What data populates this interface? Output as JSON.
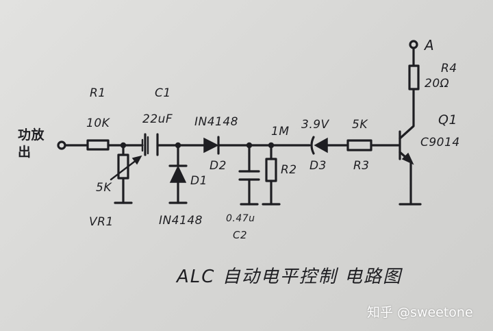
{
  "schematic": {
    "input_label": "功放出",
    "node_a": "A",
    "labels": {
      "r1_name": "R1",
      "r1_value": "10K",
      "c1_name": "C1",
      "c1_value": "22uF",
      "vr1_value": "5K",
      "vr1_name": "VR1",
      "d1_part": "IN4148",
      "d1_name": "D1",
      "d2_part": "IN4148",
      "d2_name": "D2",
      "c2_value": "0.47u",
      "c2_name": "C2",
      "r2_value": "1M",
      "r2_name": "R2",
      "d3_value": "3.9V",
      "d3_name": "D3",
      "r3_value": "5K",
      "r3_name": "R3",
      "r4_name": "R4",
      "r4_value": "20Ω",
      "q1_name": "Q1",
      "q1_part": "C9014"
    },
    "title": "ALC 自动电平控制 电路图"
  },
  "watermark": "知乎 @sweetone"
}
